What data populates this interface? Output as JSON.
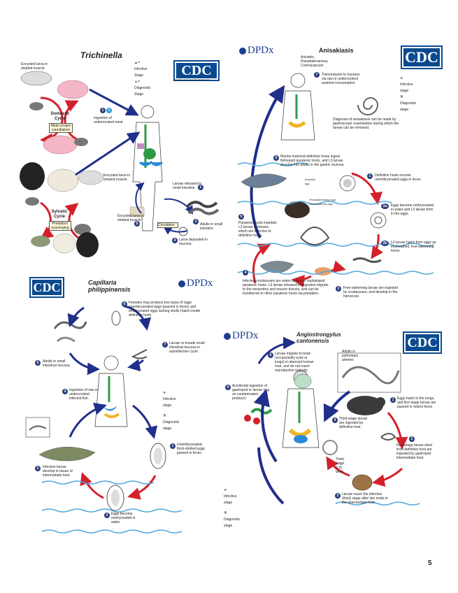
{
  "trichinella": {
    "title": "Trichinella",
    "cdc": "CDC",
    "cdc_tagline": "SAFER·HEALTHIER·PEOPLE™",
    "legend_infective": "= Infective Stage",
    "legend_diagnostic": "= Diagnostic Stage",
    "labels": {
      "encysted_top": "Encysted larva in striated muscle",
      "domestic": "Domestic Cycle",
      "meat_scraps": "Meat scraps/ cannibalism",
      "ingestion": "Ingestion of undercooked meat",
      "encysted_mid": "Encysted larva in striated muscle",
      "sylvatic": "Sylvatic Cycle",
      "predation": "Predation/ scavenging",
      "larvae_released": "Larvae released in small intestine",
      "adults": "Adults in small intestine",
      "encysted_larva": "Encysted larva in striated muscle",
      "circulation": "Circulation",
      "larva_deposited": "Larva deposited in mucosa"
    }
  },
  "anisakiasis": {
    "title": "Anisakiasis",
    "subtitle": "Anisakis, Pseudoterranova, Contracaecum",
    "dpdx": "DPDx",
    "cdc": "CDC",
    "legend_infective": "Infective stage",
    "legend_diagnostic": "Diagnostic stage",
    "steps": {
      "s7": "Transmission to humans via raw or undercooked seafood consumption.",
      "diagnosis": "Diagnosis of anisakiasis can be made by gastroscopic examination during which the larvae can be removed.",
      "s6": "Marine mammal definitive hosts ingest fish/squid paratenic hosts, and L3 larvae develop into adults in the gastric mucosa.",
      "anisakis": "Anisakis spp.",
      "pseudo": "Pseudoterranova spp. Contracaecum spp.",
      "s1": "Definitive hosts excrete unembryonated eggs in feces.",
      "s2a": "Eggs become embryonated in water and L3 larvae form in the eggs.",
      "s5": "Paratenic hosts maintain L3 larvae in tissues, which are infective to definitive hosts.",
      "s2b": "L3 larvae hatch from eggs as ensheathed, free-swimming forms.",
      "s4": "Infected crustaceans are eaten by fish or cephalopod paratenic hosts. L3 larvae released in digestion migrate to the mesentery and muscle tissues, and can be transferred to other paratenic hosts via predation.",
      "s3": "Free-swimming larvae are ingested by crustaceans, and develop in the hemocoel."
    }
  },
  "capillaria": {
    "title": "Capillaria philippinensis",
    "dpdx": "DPDx",
    "cdc": "CDC",
    "legend_infective": "Infective stage",
    "legend_diagnostic": "Diagnostic stage",
    "steps": {
      "s6": "Females may produce two types of eggs: unembryonated eggs (passed in feces) and embryonated eggs lacking shells (hatch inside definitive host).",
      "s7": "Larvae re-invade small intestinal mucosa in autoinfective cycle.",
      "s5": "Adults in small intestinal mucosa",
      "s4": "Ingestion of raw or undercooked infected fish.",
      "s1": "Unembryonated, thick-shelled eggs passed in feces.",
      "s3": "Infective larvae develop in tissue of intermediate host.",
      "s2": "Eggs become embryonated in water."
    }
  },
  "angiostrongylus": {
    "title": "Angiostrongylus cantonensis",
    "dpdx": "DPDx",
    "cdc": "CDC",
    "legend_infective": "Infective stage",
    "legend_diagnostic": "Diagnostic stage",
    "steps": {
      "s6": "Larvae migrate to brain (occasionally eyes or lungs) in aberrant human host, and do not reach reproductive maturity.",
      "adults": "Adults in pulmonary arteries",
      "s5": "Accidental ingestion of gastropod or larvae (e.g. on contaminated produce)",
      "s1": "Eggs hatch in the lungs, and first-stage larvae are passed in rodent feces",
      "s4": "Third-stage larvae are ingested by definitive host.",
      "s2": "First-stage larvae shed from definitive host are ingested by gastropod intermediate host.",
      "l3": "Third-stage (L3) larva",
      "s3": "Larvae reach the infective (third) stage after two molts in the intermediate host."
    }
  },
  "page_number": "5"
}
